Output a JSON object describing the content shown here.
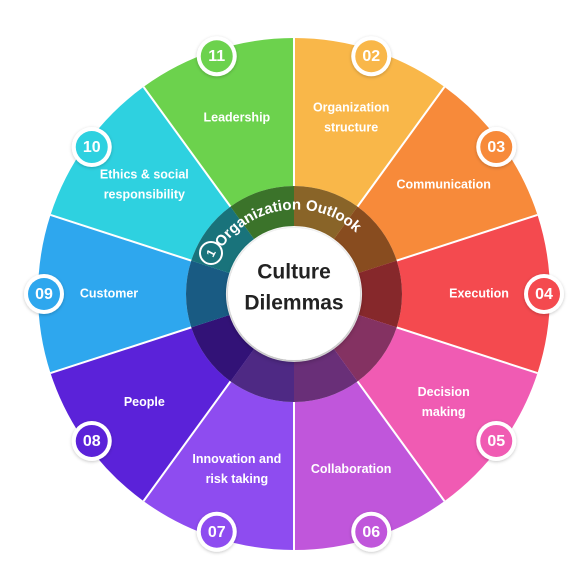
{
  "center": {
    "lines": [
      "Culture",
      "Dilemmas"
    ]
  },
  "ring": {
    "number": "1",
    "label": "Organization Outlook"
  },
  "segments": [
    {
      "number": "02",
      "lines": [
        "Organization",
        "structure"
      ],
      "color": "#F9B749"
    },
    {
      "number": "03",
      "lines": [
        "Communication"
      ],
      "color": "#F78A3A"
    },
    {
      "number": "04",
      "lines": [
        "Execution"
      ],
      "color": "#F44A4F"
    },
    {
      "number": "05",
      "lines": [
        "Decision",
        "making"
      ],
      "color": "#F05BB3"
    },
    {
      "number": "06",
      "lines": [
        "Collaboration"
      ],
      "color": "#C056DB"
    },
    {
      "number": "07",
      "lines": [
        "Innovation and",
        "risk taking"
      ],
      "color": "#8E4CF0"
    },
    {
      "number": "08",
      "lines": [
        "People"
      ],
      "color": "#5B22D9"
    },
    {
      "number": "09",
      "lines": [
        "Customer"
      ],
      "color": "#2EA7EE"
    },
    {
      "number": "10",
      "lines": [
        "Ethics & social",
        "responsibility"
      ],
      "color": "#2ED1E0"
    },
    {
      "number": "11",
      "lines": [
        "Leadership"
      ],
      "color": "#6CD24D"
    }
  ]
}
